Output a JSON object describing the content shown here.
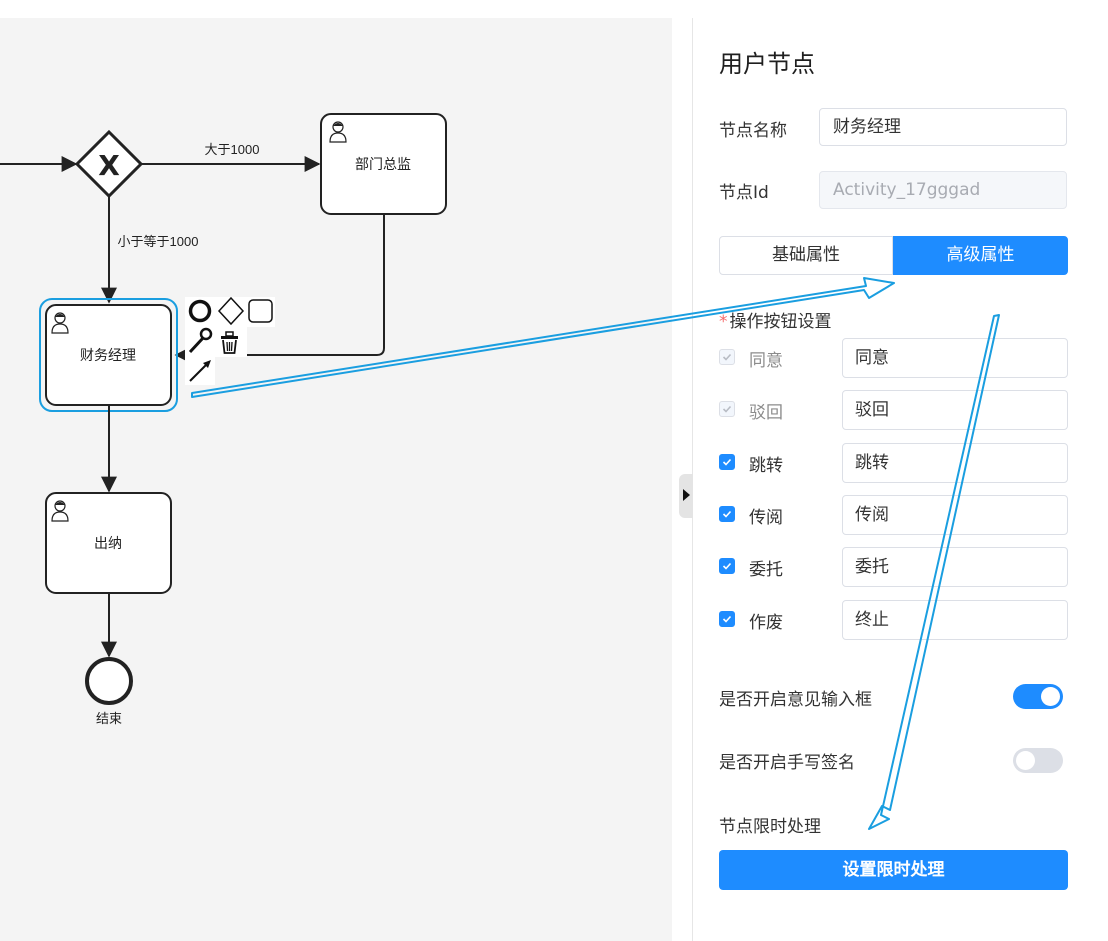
{
  "diagram": {
    "tasks": {
      "director": "部门总监",
      "finance_manager": "财务经理",
      "cashier": "出纳"
    },
    "gateway_symbol": "X",
    "flows": {
      "greater": "大于1000",
      "less_equal": "小于等于1000"
    },
    "end_event": "结束",
    "context_pad_icons": [
      "end-event-icon",
      "gateway-icon",
      "task-icon",
      "wrench-icon",
      "trash-icon",
      "connect-arrow-icon"
    ]
  },
  "panel": {
    "title": "用户节点",
    "node_name_label": "节点名称",
    "node_name_value": "财务经理",
    "node_id_label": "节点Id",
    "node_id_value": "Activity_17gggad",
    "tabs": [
      "基础属性",
      "高级属性"
    ],
    "active_tab": "高级属性",
    "buttons_section": "操作按钮设置",
    "required_mark": "*",
    "options": [
      {
        "label": "同意",
        "value": "同意",
        "checked": true,
        "disabled": true
      },
      {
        "label": "驳回",
        "value": "驳回",
        "checked": true,
        "disabled": true
      },
      {
        "label": "跳转",
        "value": "跳转",
        "checked": true,
        "disabled": false
      },
      {
        "label": "传阅",
        "value": "传阅",
        "checked": true,
        "disabled": false
      },
      {
        "label": "委托",
        "value": "委托",
        "checked": true,
        "disabled": false
      },
      {
        "label": "作废",
        "value": "终止",
        "checked": true,
        "disabled": false
      }
    ],
    "opinion_switch_label": "是否开启意见输入框",
    "opinion_switch_on": true,
    "signature_switch_label": "是否开启手写签名",
    "signature_switch_on": false,
    "time_limit_label": "节点限时处理",
    "time_limit_button": "设置限时处理"
  },
  "colors": {
    "accent": "#1e8cff",
    "annotation": "#1a9ee0",
    "canvas": "#f4f4f4",
    "stroke": "#222222"
  }
}
